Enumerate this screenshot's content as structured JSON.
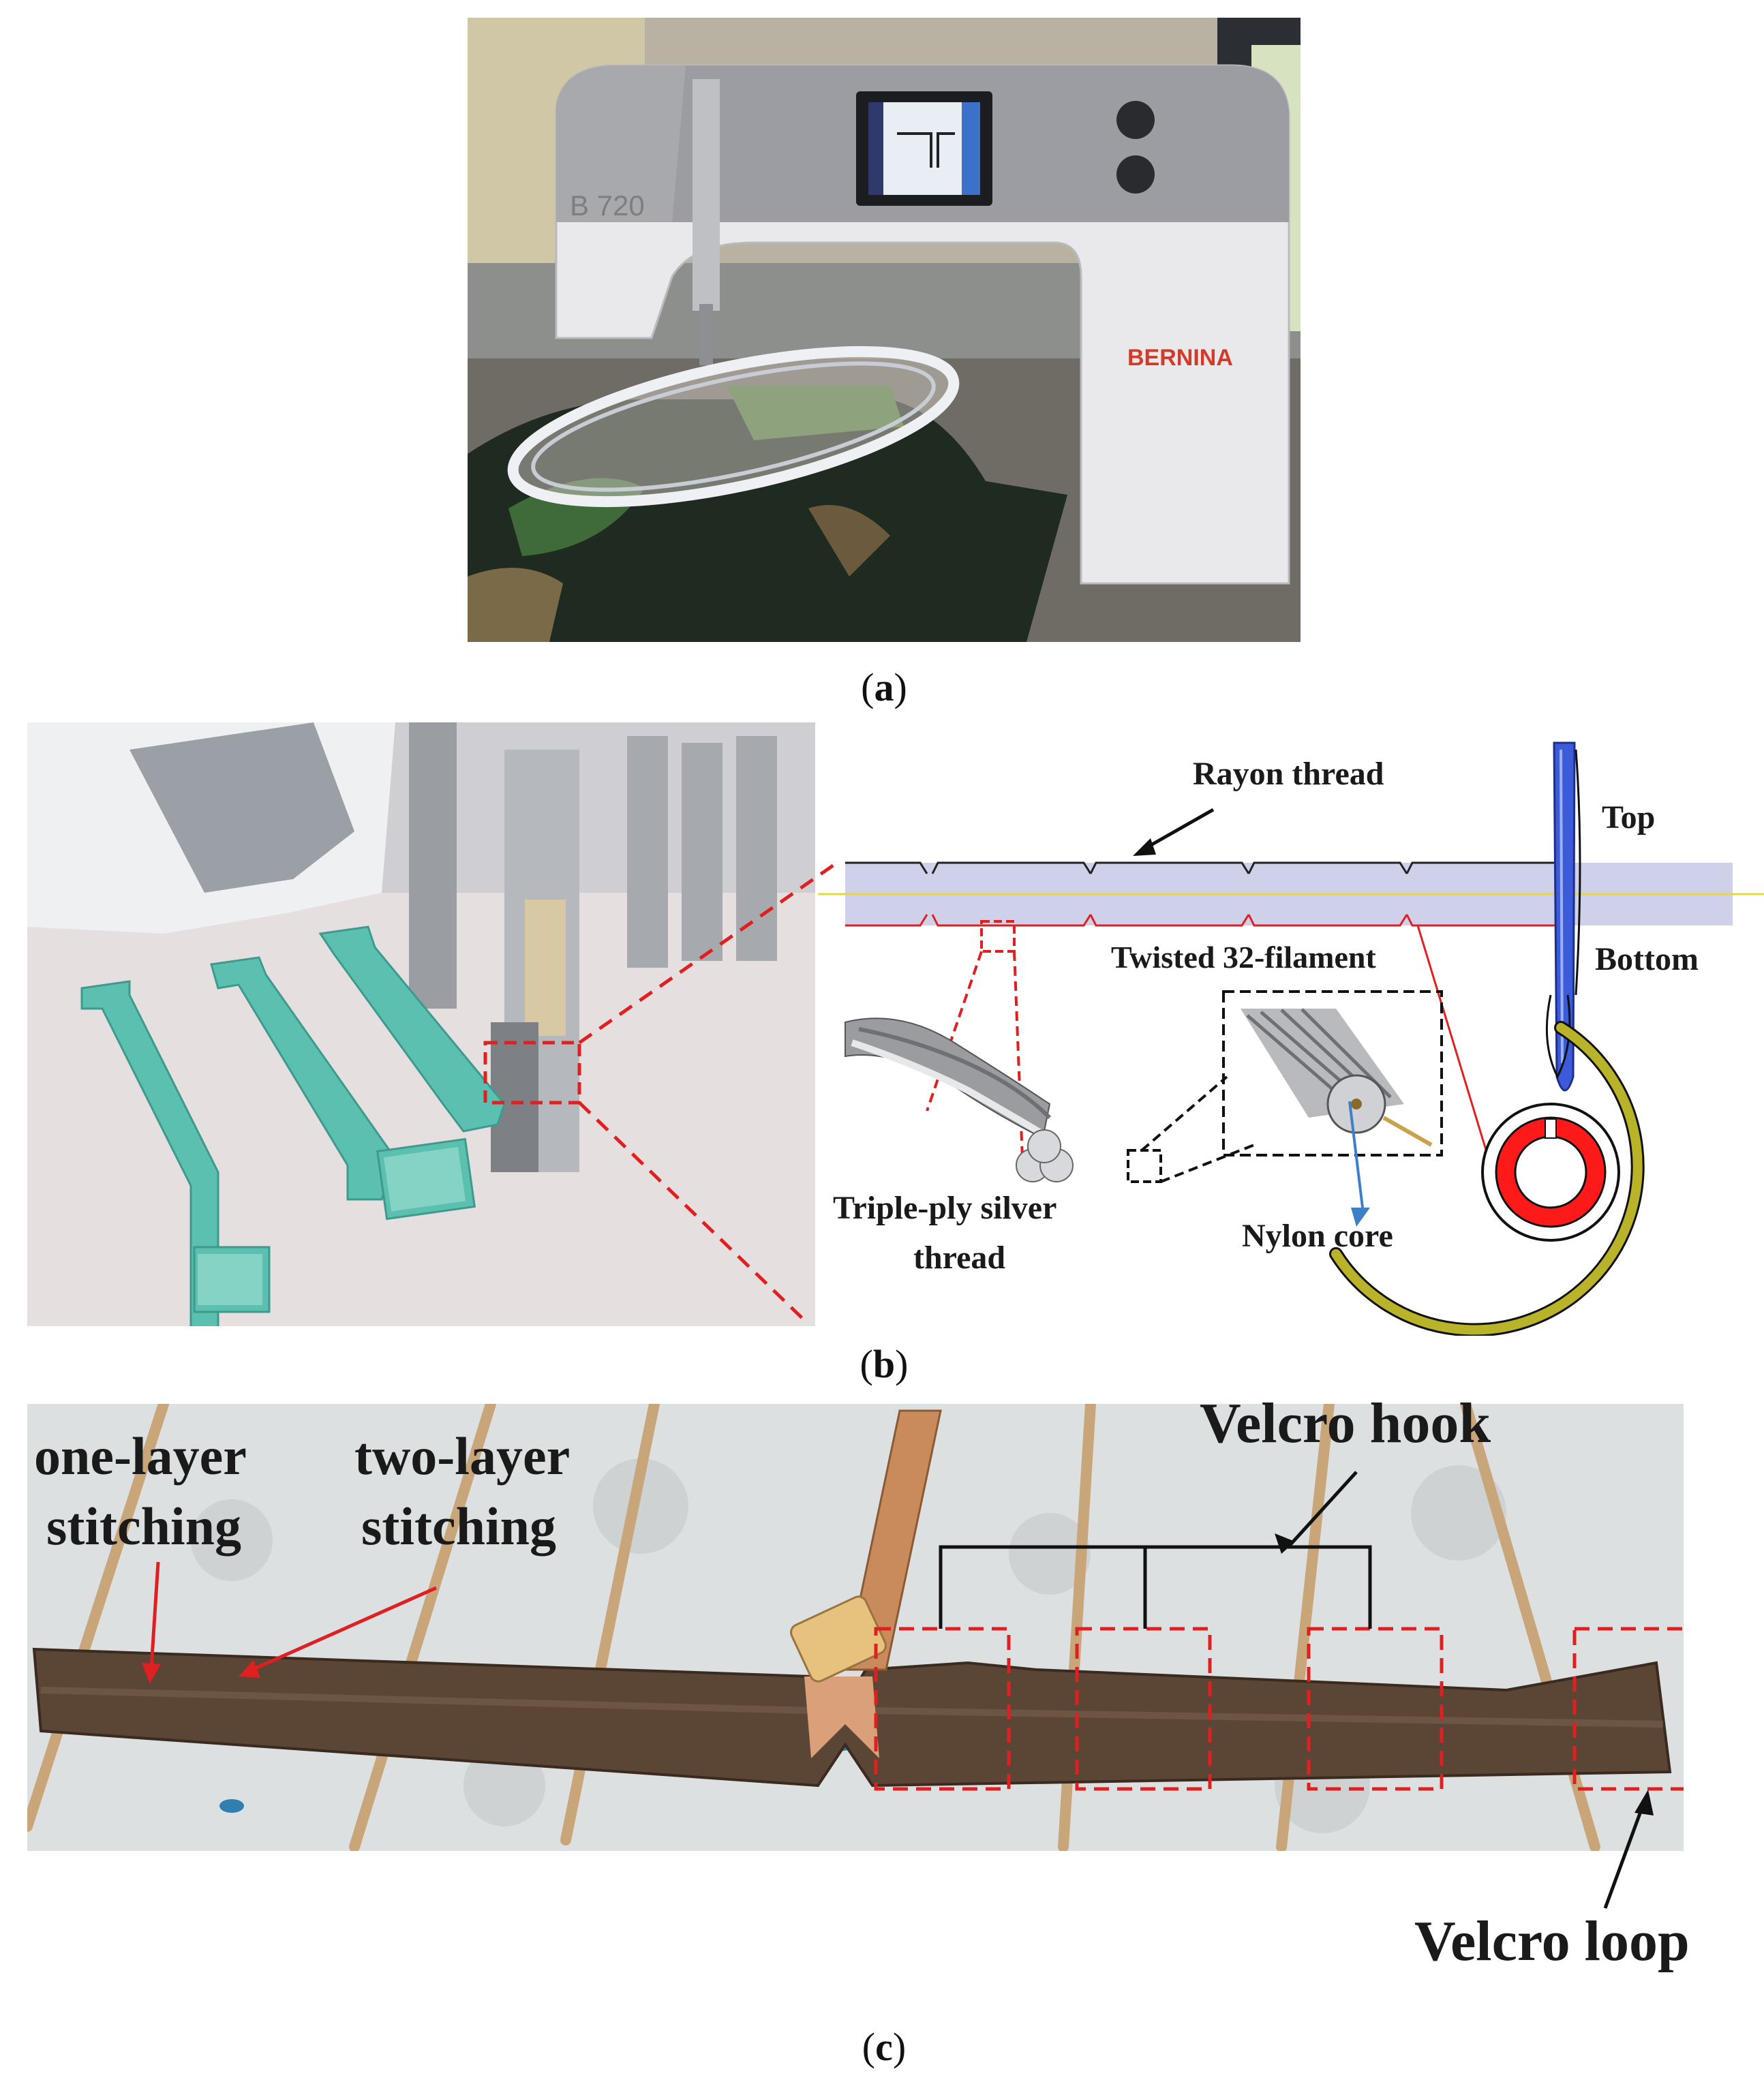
{
  "figure": {
    "panel_a": {
      "caption": "a",
      "machine_model": "B 720",
      "brand": "BERNINA"
    },
    "panel_b": {
      "caption": "b",
      "labels": {
        "rayon_thread": "Rayon thread",
        "top": "Top",
        "bottom": "Bottom",
        "twisted_filament": "Twisted 32-filament",
        "triple_ply_line1": "Triple-ply silver",
        "triple_ply_line2": "thread",
        "nylon_core": "Nylon core"
      }
    },
    "panel_c": {
      "caption": "c",
      "labels": {
        "one_layer_line1": "one-layer",
        "one_layer_line2": "stitching",
        "two_layer_line1": "two-layer",
        "two_layer_line2": "stitching",
        "velcro_hook": "Velcro hook",
        "velcro_loop": "Velcro loop"
      }
    }
  },
  "colors": {
    "dashed_red": "#e02020",
    "bobbin_red": "#ff1a1a",
    "needle_blue": "#3b5bd9",
    "thread_band": "#cfd0ea",
    "hook_yellow": "#b9b32a",
    "embroidery_teal": "#5cc0b0",
    "strap_brown": "#5b4636"
  }
}
